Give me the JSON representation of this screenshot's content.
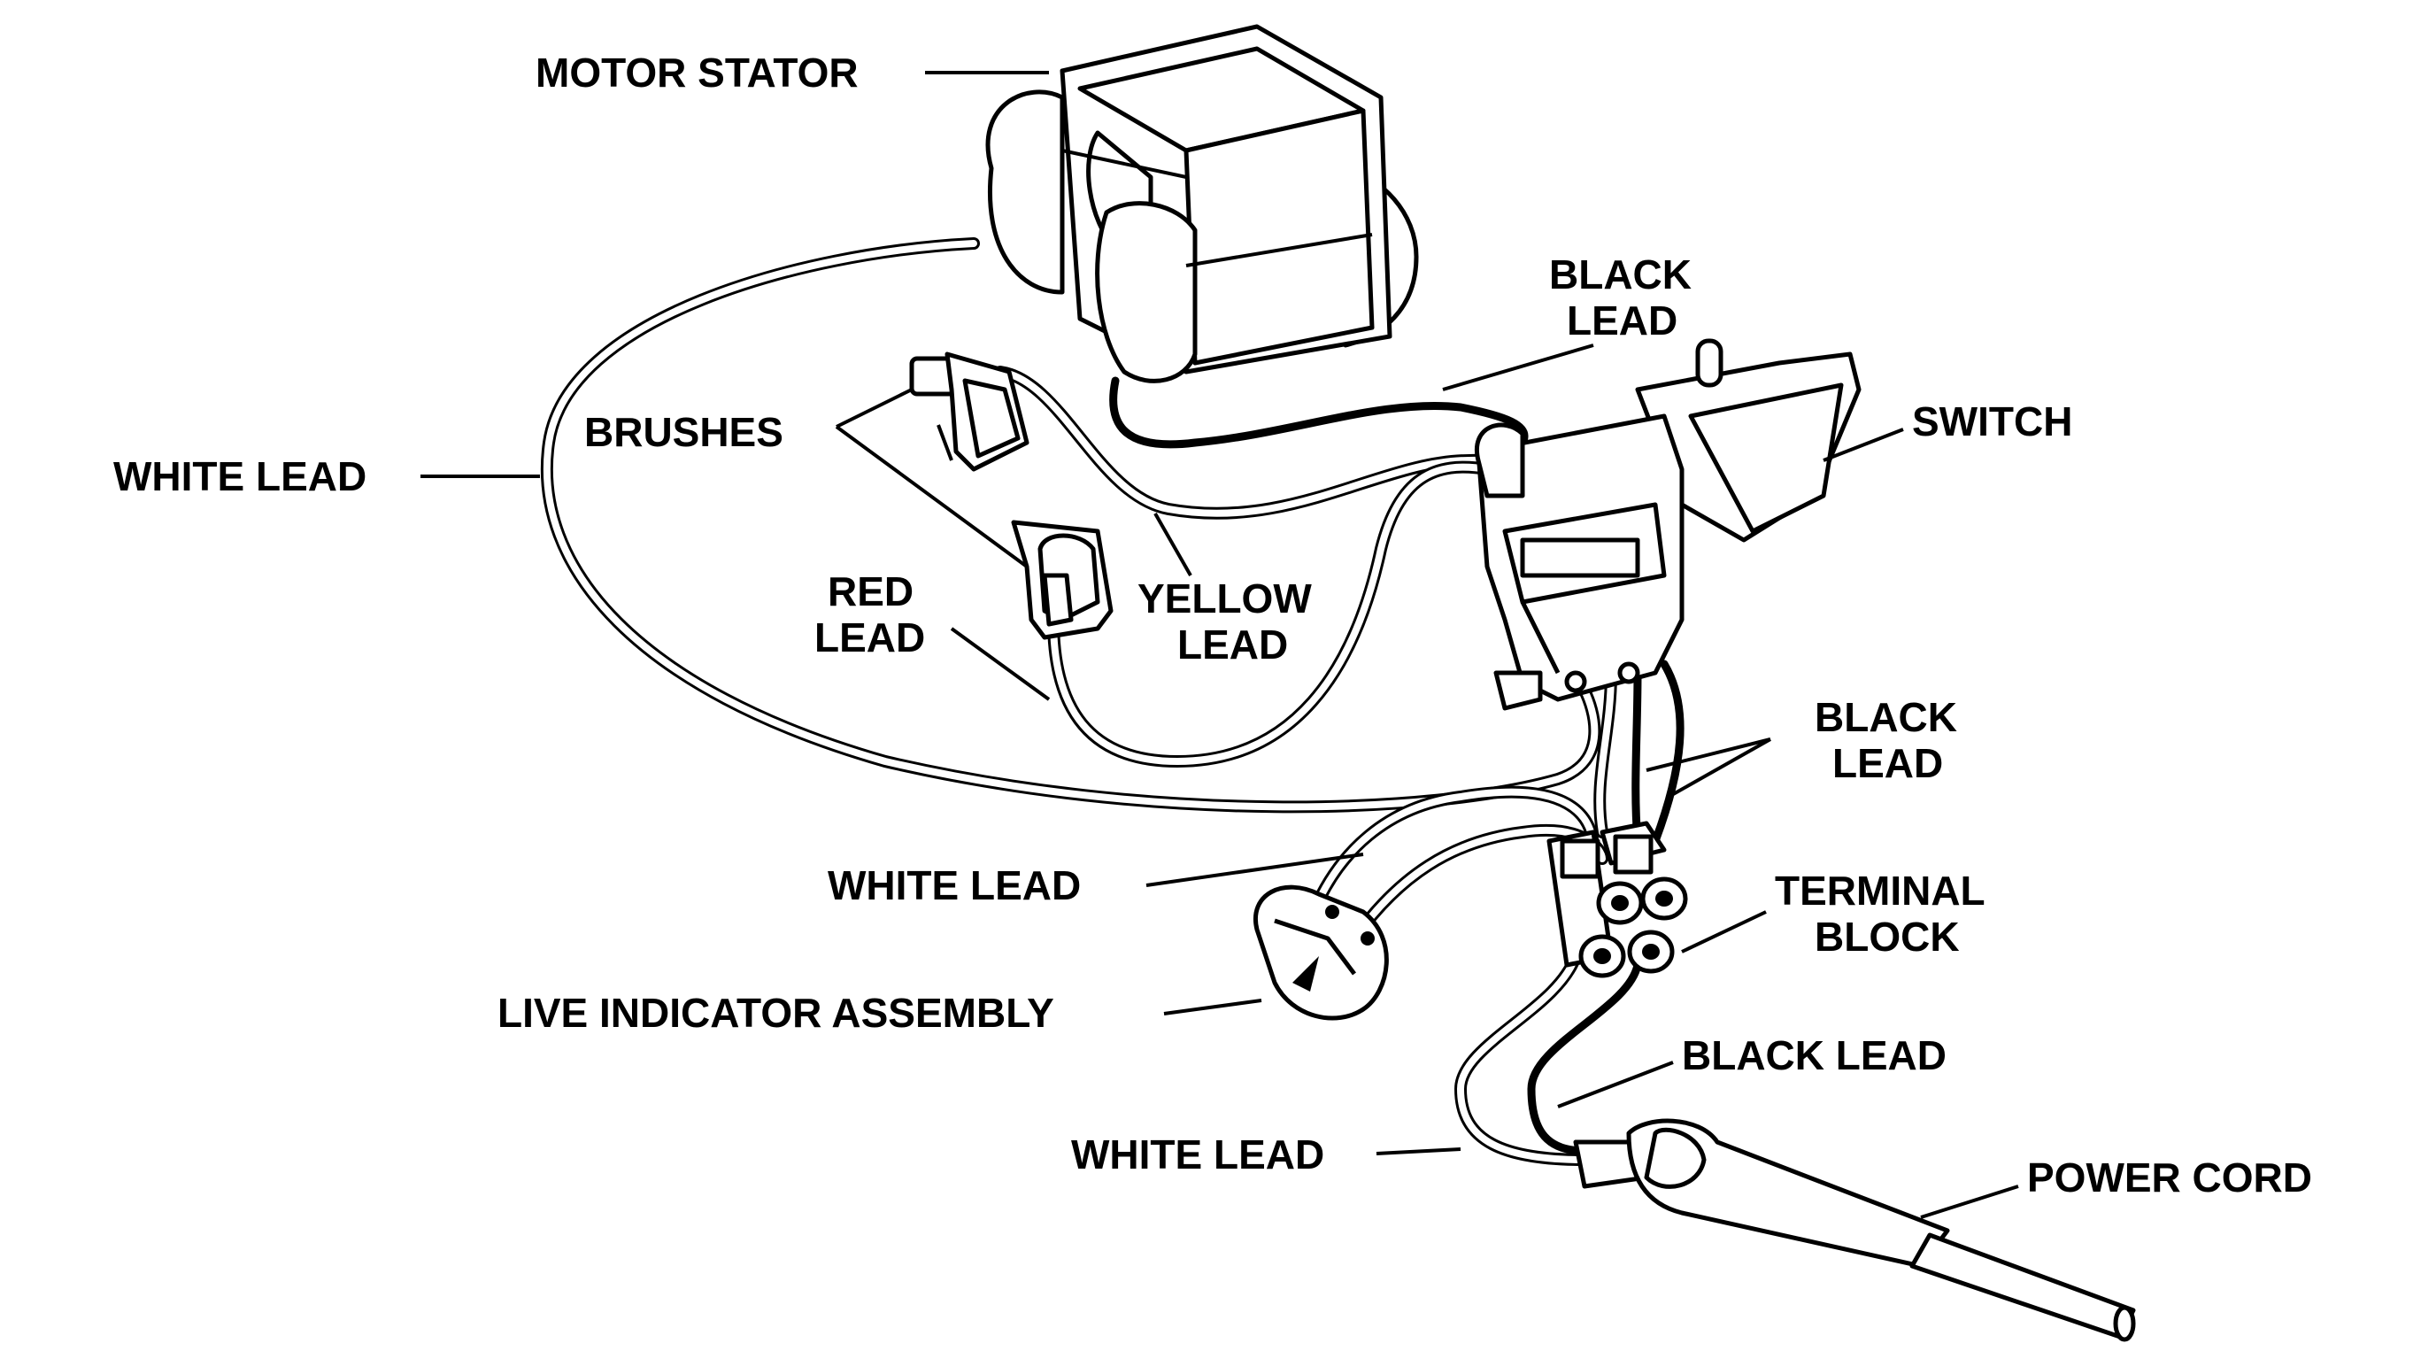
{
  "diagram": {
    "labels": {
      "motor_stator": "MOTOR STATOR",
      "black_lead_top_1": "BLACK",
      "black_lead_top_2": "LEAD",
      "switch": "SWITCH",
      "brushes": "BRUSHES",
      "white_lead_left": "WHITE LEAD",
      "red_lead_1": "RED",
      "red_lead_2": "LEAD",
      "yellow_lead_1": "YELLOW",
      "yellow_lead_2": "LEAD",
      "black_lead_mid_1": "BLACK",
      "black_lead_mid_2": "LEAD",
      "white_lead_mid": "WHITE LEAD",
      "terminal_block_1": "TERMINAL",
      "terminal_block_2": "BLOCK",
      "live_indicator": "LIVE INDICATOR ASSEMBLY",
      "black_lead_low": "BLACK LEAD",
      "white_lead_low": "WHITE LEAD",
      "power_cord": "POWER CORD"
    }
  }
}
